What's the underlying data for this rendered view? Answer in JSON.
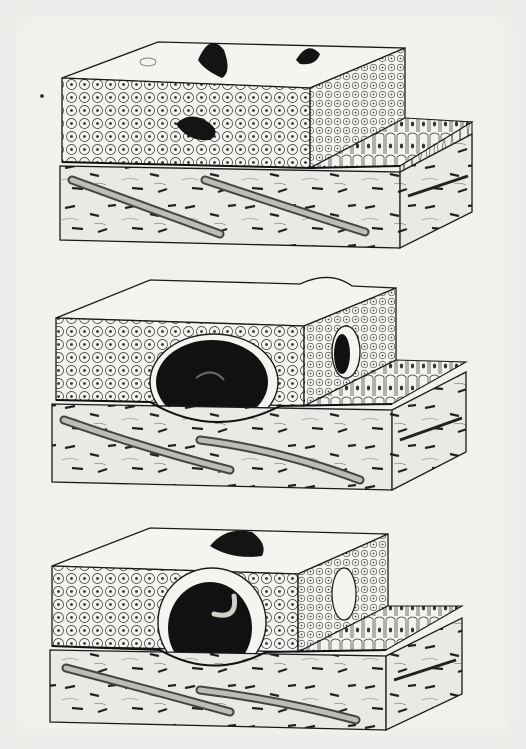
{
  "figure": {
    "panels": [
      {
        "stage": "top"
      },
      {
        "stage": "middle"
      },
      {
        "stage": "bottom"
      }
    ]
  },
  "colors": {
    "paper": "#f1f1ee",
    "ink": "#1a1a1a",
    "wash": "#d9d9d4"
  }
}
